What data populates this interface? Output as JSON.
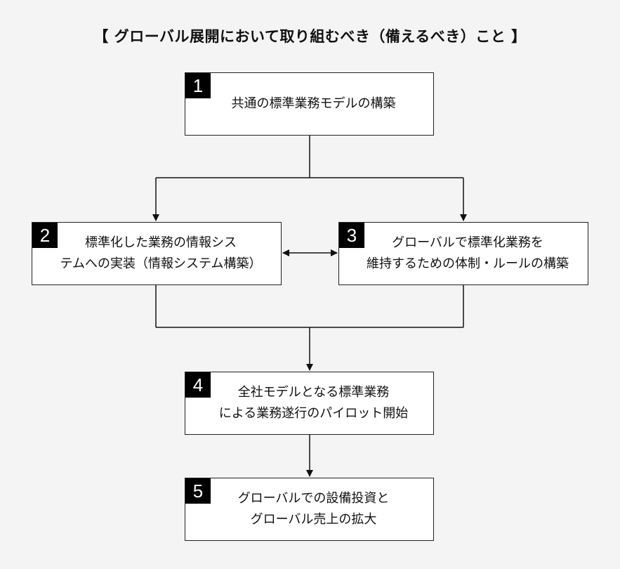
{
  "title": "【 グローバル展開において取り組むべき（備えるべき）こと 】",
  "boxes": [
    {
      "number": "1",
      "lines": [
        "共通の標準業務モデルの構築"
      ]
    },
    {
      "number": "2",
      "lines": [
        "標準化した業務の情報シス",
        "テムへの実装（情報システム構築）"
      ]
    },
    {
      "number": "3",
      "lines": [
        "グローバルで標準化業務を",
        "維持するための体制・ルールの構築"
      ]
    },
    {
      "number": "4",
      "lines": [
        "全社モデルとなる標準業務",
        "による業務遂行のパイロット開始"
      ]
    },
    {
      "number": "5",
      "lines": [
        "グローバルでの設備投資と",
        "グローバル売上の拡大"
      ]
    }
  ]
}
